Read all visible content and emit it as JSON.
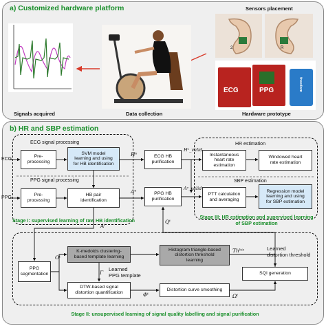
{
  "colors": {
    "section_title": "#1a8f2b",
    "stage_label": "#1a8f2b",
    "blue_box": "#d6e9f8",
    "gray_box": "#a9a9a9",
    "signal_purple": "#c03cc0",
    "signal_green": "#2d7a2d",
    "arrow_red": "#d83a2a"
  },
  "panel_a": {
    "title": "a) Customized hardware platform",
    "signals_label": "Signals acquired",
    "data_collection_label": "Data collection",
    "sensors_label": "Sensors placement",
    "hardware_label": "Hardware prototype",
    "ear_left_text": "2",
    "ear_right_text": "R",
    "board_ecg": "ECG",
    "board_ppg": "PPG",
    "card_text": "freedom"
  },
  "panel_b": {
    "title": "b) HR and SBP estimation",
    "ecg_input": "ECG",
    "ppg_input": "PPG",
    "ecg_proc_title": "ECG signal processing",
    "ppg_proc_title": "PPG signal processing",
    "hr_est_title": "HR estimation",
    "sbp_est_title": "SBP estimation",
    "boxes": {
      "preproc_ecg": "Pre-\nprocessing",
      "svm": "SVM model\nlearning and using\nfor HB identification",
      "preproc_ppg": "Pre-\nprocessing",
      "hb_pair": "HB pair\nidentification",
      "ecg_hb": "ECG HB\npurification",
      "ppg_hb": "PPG HB\npurification",
      "inst_hr": "Instantaneous\nheart rate\nestimation",
      "win_hr": "Windowed heart\nrate estimation",
      "ptt": "PTT calculation\nand averaging",
      "regression": "Regression model\nlearning and using\nfor SBP estimation",
      "ppg_seg": "PPG\nsegmentation",
      "kmedoids": "K-medoids clustering-\nbased template learning",
      "histogram": "Histogram triangle-based\ndistortion threshold\nlearning",
      "dtw": "DTW-based signal\ndistortion quantification",
      "curve": "Distortion curve smoothing",
      "sqi": "SQI generation"
    },
    "labels": {
      "learned_template": "Learned\nPPG template",
      "learned_threshold": "Learned\ndistortion threshold"
    },
    "symbols": {
      "h_e": "Hᵉ",
      "h_e_valid": "Hᵉ_valid",
      "a_e": "Aᵉ",
      "a_e_valid": "Aᵉ_valid",
      "a_t": "Aᵗ",
      "o_t": "Oᵗ",
      "q_t": "Qᵗ",
      "gamma": "Γ",
      "phi_t": "Φᵗ",
      "omega_t": "Ωᵗ",
      "th": "Thʰⁱˢ"
    },
    "stage1": "Stage I: supervised learning of raw HB identification",
    "stage2": "Stage II: unsupervised learning of signal quality labelling and signal purification",
    "stage3": "Stage III: HR estimation and supervised learning\nof SBP estimation"
  }
}
